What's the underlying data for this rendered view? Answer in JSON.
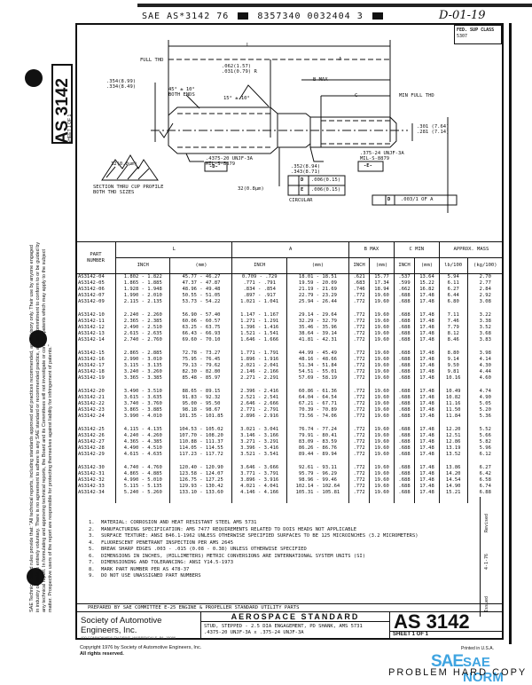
{
  "header": {
    "code_line": [
      "SAE AS*3142 76",
      "8357340 0032404 3"
    ],
    "handwritten": "D-01-19",
    "fed_sup_class_label": "FED. SUP CLASS",
    "fed_sup_class_value": "5307"
  },
  "side": {
    "title": "AS 3142",
    "sheet": "SHEET 1 OF 1",
    "disclaimer": [
      "SAE Technical Board rules provide that: \"All technical reports, including standards approved and practices recommended, are advisory only. Their use by anyone engaged",
      "in industry or trade is entirely voluntary. There is no agreement to adhere to any SAE standard or recommended practice, and no commitment to conform to or be guided by",
      "any technical report. In formulating and approving technical reports, the Board and its Committees will not investigate or consider patents which may apply to the subject",
      "matter. Prospective users of the report are responsible for protecting themselves against liability for infringement of patents.\""
    ]
  },
  "drawing": {
    "labels": {
      "L": "L",
      "A": "A",
      "B_max": "B MAX",
      "C": "C",
      "full_thd": "FULL THD",
      "min_full_thd": "MIN FULL THD",
      "dia_left": [
        ".354(8.99)",
        ".334(8.49)"
      ],
      "chamfer_left": "45° ± 10°",
      "chamfer_left_note": "BOTH ENDS",
      "radius": [
        ".062(1.57)",
        ".031(0.79)"
      ],
      "radius_R": "R",
      "angle": "15° ± 10°",
      "dia_right": [
        ".301 (7.64)",
        ".281 (7.14)"
      ],
      "thread_left": [
        ".4375-20 UNJF-3A",
        "MIL-S-8879"
      ],
      "thread_right": [
        ".375-24 UNJF-3A",
        "MIL-S-8879"
      ],
      "datum_D": "-D-",
      "datum_E": "-E-",
      "finish_top": "32(0.8μm)",
      "finish_mid": "32(0.8μm)",
      "shank_dia": [
        ".352(8.94)",
        ".343(8.71)"
      ],
      "runout": [
        {
          "datum": "D",
          "value": ".006(0.15)"
        },
        {
          "datum": "E",
          "value": ".006(0.15)"
        }
      ],
      "runout_right": {
        "datum": "D",
        "value": ".003/1 OF A"
      },
      "circular": "CIRCULAR",
      "thread_note": [
        "SECTION THRU CUP PROFILE",
        "BOTH THD SIZES"
      ]
    }
  },
  "table": {
    "headers": {
      "part": [
        "PART",
        "NUMBER"
      ],
      "L": "L",
      "A": "A",
      "B": "B MAX",
      "C": "C MIN",
      "mass": "APPROX. MASS",
      "inch": "INCH",
      "mm": "(mm)",
      "lb": "lb/100",
      "kg": "(kg/100)"
    },
    "groups": [
      [
        [
          "AS3142-04",
          "1.802 - 1.822",
          "45.77 - 46.27",
          "0.709 - .729",
          "18.01 - 18.51",
          ".621",
          "15.77",
          ".537",
          "13.64",
          "5.94",
          "2.70"
        ],
        [
          "AS3142-05",
          "1.865 - 1.885",
          "47.37 - 47.87",
          ".771 - .791",
          "19.59 - 20.09",
          ".683",
          "17.34",
          ".599",
          "15.22",
          "6.11",
          "2.77"
        ],
        [
          "AS3142-06",
          "1.928 - 1.948",
          "48.96 - 49.48",
          ".834 - .854",
          "21.19 - 21.69",
          ".746",
          "18.94",
          ".662",
          "16.82",
          "6.27",
          "2.84"
        ],
        [
          "AS3142-07",
          "1.990 - 2.010",
          "50.55 - 51.05",
          ".897 - .917",
          "22.79 - 23.29",
          ".772",
          "19.60",
          ".688",
          "17.48",
          "6.44",
          "2.92"
        ],
        [
          "AS3142-09",
          "2.115 - 2.135",
          "53.73 - 54.22",
          "1.021 - 1.041",
          "25.94 - 26.44",
          ".772",
          "19.60",
          ".688",
          "17.48",
          "6.80",
          "3.08"
        ]
      ],
      [
        [
          "AS3142-10",
          "2.240 - 2.260",
          "56.90 - 57.40",
          "1.147 - 1.167",
          "29.14 - 29.64",
          ".772",
          "19.60",
          ".688",
          "17.48",
          "7.11",
          "3.22"
        ],
        [
          "AS3142-11",
          "2.365 - 2.385",
          "60.06 - 60.57",
          "1.271 - 1.291",
          "32.29 - 32.79",
          ".772",
          "19.60",
          ".688",
          "17.48",
          "7.46",
          "3.38"
        ],
        [
          "AS3142-12",
          "2.490 - 2.510",
          "63.25 - 63.75",
          "1.396 - 1.416",
          "35.46 - 35.96",
          ".772",
          "19.60",
          ".688",
          "17.48",
          "7.79",
          "3.52"
        ],
        [
          "AS3142-13",
          "2.615 - 2.635",
          "66.43 - 66.93",
          "1.521 - 1.541",
          "38.64 - 39.14",
          ".772",
          "19.60",
          ".688",
          "17.48",
          "8.12",
          "3.68"
        ],
        [
          "AS3142-14",
          "2.740 - 2.760",
          "69.60 - 70.10",
          "1.646 - 1.666",
          "41.81 - 42.31",
          ".772",
          "19.60",
          ".688",
          "17.48",
          "8.46",
          "3.83"
        ]
      ],
      [
        [
          "AS3142-15",
          "2.865 - 2.885",
          "72.78 - 73.27",
          "1.771 - 1.791",
          "44.99 - 45.49",
          ".772",
          "19.60",
          ".688",
          "17.48",
          "8.80",
          "3.98"
        ],
        [
          "AS3142-16",
          "2.990 - 3.010",
          "75.95 - 76.45",
          "1.896 - 1.916",
          "48.16 - 48.66",
          ".772",
          "19.60",
          ".688",
          "17.48",
          "9.14",
          "4.14"
        ],
        [
          "AS3142-17",
          "3.115 - 3.135",
          "79.13 - 79.62",
          "2.021 - 2.041",
          "51.34 - 51.84",
          ".772",
          "19.60",
          ".688",
          "17.48",
          "9.50",
          "4.30"
        ],
        [
          "AS3142-18",
          "3.240 - 3.260",
          "82.30 - 82.80",
          "2.146 - 2.166",
          "54.51 - 55.01",
          ".772",
          "19.60",
          ".688",
          "17.48",
          "9.81",
          "4.44"
        ],
        [
          "AS3142-19",
          "3.365 - 3.385",
          "85.48 - 85.97",
          "2.271 - 2.291",
          "57.69 - 58.19",
          ".772",
          "19.60",
          ".688",
          "17.48",
          "10.16",
          "4.60"
        ]
      ],
      [
        [
          "AS3142-20",
          "3.490 - 3.510",
          "88.65 - 89.15",
          "2.396 - 2.416",
          "60.86 - 61.36",
          ".772",
          "19.60",
          ".688",
          "17.48",
          "10.49",
          "4.74"
        ],
        [
          "AS3142-21",
          "3.615 - 3.635",
          "91.83 - 92.32",
          "2.521 - 2.541",
          "64.04 - 64.54",
          ".772",
          "19.60",
          ".688",
          "17.48",
          "10.82",
          "4.90"
        ],
        [
          "AS3142-22",
          "3.740 - 3.760",
          "95.00 - 95.50",
          "2.646 - 2.666",
          "67.21 - 67.71",
          ".772",
          "19.60",
          ".688",
          "17.48",
          "11.16",
          "5.05"
        ],
        [
          "AS3142-23",
          "3.865 - 3.885",
          "98.18 - 98.67",
          "2.771 - 2.791",
          "70.39 - 70.89",
          ".772",
          "19.60",
          ".688",
          "17.48",
          "11.50",
          "5.20"
        ],
        [
          "AS3142-24",
          "3.990 - 4.010",
          "101.35 - 101.85",
          "2.896 - 2.916",
          "73.56 - 74.06",
          ".772",
          "19.60",
          ".688",
          "17.48",
          "11.84",
          "5.36"
        ]
      ],
      [
        [
          "AS3142-25",
          "4.115 - 4.135",
          "104.53 - 105.02",
          "3.021 - 3.041",
          "76.74 - 77.24",
          ".772",
          "19.60",
          ".688",
          "17.48",
          "12.20",
          "5.52"
        ],
        [
          "AS3142-26",
          "4.240 - 4.260",
          "107.70 - 108.20",
          "3.146 - 3.166",
          "79.91 - 80.41",
          ".772",
          "19.60",
          ".688",
          "17.48",
          "12.51",
          "5.66"
        ],
        [
          "AS3142-27",
          "4.365 - 4.385",
          "110.88 - 111.37",
          "3.271 - 3.291",
          "83.09 - 83.59",
          ".772",
          "19.60",
          ".688",
          "17.48",
          "12.86",
          "5.82"
        ],
        [
          "AS3142-28",
          "4.490 - 4.510",
          "114.05 - 114.55",
          "3.396 - 3.416",
          "86.26 - 86.76",
          ".772",
          "19.60",
          ".688",
          "17.48",
          "13.19",
          "5.96"
        ],
        [
          "AS3142-29",
          "4.615 - 4.635",
          "117.23 - 117.72",
          "3.521 - 3.541",
          "89.44 - 89.94",
          ".772",
          "19.60",
          ".688",
          "17.48",
          "13.52",
          "6.12"
        ]
      ],
      [
        [
          "AS3142-30",
          "4.740 - 4.760",
          "120.40 - 120.90",
          "3.646 - 3.666",
          "92.61 - 93.11",
          ".772",
          "19.60",
          ".688",
          "17.48",
          "13.86",
          "6.27"
        ],
        [
          "AS3142-31",
          "4.865 - 4.885",
          "123.58 - 124.07",
          "3.771 - 3.791",
          "95.79 - 96.29",
          ".772",
          "19.60",
          ".688",
          "17.48",
          "14.20",
          "6.42"
        ],
        [
          "AS3142-32",
          "4.990 - 5.010",
          "126.75 - 127.25",
          "3.896 - 3.916",
          "98.96 - 99.46",
          ".772",
          "19.60",
          ".688",
          "17.48",
          "14.54",
          "6.58"
        ],
        [
          "AS3142-33",
          "5.115 - 5.135",
          "129.93 - 130.42",
          "4.021 - 4.041",
          "102.14 - 102.64",
          ".772",
          "19.60",
          ".688",
          "17.48",
          "14.90",
          "6.74"
        ],
        [
          "AS3142-34",
          "5.240 - 5.260",
          "133.10 - 133.60",
          "4.146 - 4.166",
          "105.31 - 105.81",
          ".772",
          "19.60",
          ".688",
          "17.48",
          "15.21",
          "6.88"
        ]
      ]
    ]
  },
  "notes": [
    {
      "n": "1.",
      "text": "MATERIAL: CORROSION AND HEAT RESISTANT STEEL AMS 5731"
    },
    {
      "n": "2.",
      "text": "MANUFACTURING SPECIFICATION: AMS 7477 REQUIREMENTS RELATED TO DOIS HEADS NOT APPLICABLE"
    },
    {
      "n": "3.",
      "text": "SURFACE TEXTURE: ANSI B46.1-1962 UNLESS OTHERWISE SPECIFIED SURFACES TO BE 125 MICROINCHES (3.2 MICROMETERS)"
    },
    {
      "n": "4.",
      "text": "FLUORESCENT PENETRANT INSPECTION PER AMS 2645"
    },
    {
      "n": "5.",
      "text": "BREAK SHARP EDGES .003 - .015 (0.08 - 0.38) UNLESS OTHERWISE SPECIFIED"
    },
    {
      "n": "6.",
      "text": "DIMENSIONS IN INCHES, (MILLIMETERS) METRIC CONVERSIONS ARE INTERNATIONAL SYSTEM UNITS (SI)"
    },
    {
      "n": "7.",
      "text": "DIMENSIONING AND TOLERANCING: ANSI Y14.5-1973"
    },
    {
      "n": "8.",
      "text": "MARK PART NUMBER PER AS 478-37"
    },
    {
      "n": "9.",
      "text": "DO NOT USE UNASSIGNED PART NUMBERS"
    }
  ],
  "revision": {
    "revised": "Revised",
    "date": "4-1-76",
    "issued": "Issued"
  },
  "title_block": {
    "prepared": "PREPARED BY SAE COMMITTEE E-25 ENGINE & PROPELLER STANDARD UTILITY PARTS",
    "org": "Society of Automotive Engineers, Inc.",
    "org_addr": "400 COMMONWEALTH DRIVE, WARRENDALE, PA. 15096",
    "category": "AEROSPACE STANDARD",
    "desc1": "STUD, STEPPED - 2.5 DIA ENGAGEMENT, PD SHANK, AMS 5731",
    "desc2": ".4375-20 UNJF-3A x .375-24 UNJF-3A",
    "number": "AS 3142",
    "sheet": "SHEET 1 OF 1"
  },
  "footer": {
    "copyright": "Copyright 1976 by Society of Automotive Engineers, Inc.",
    "rights": "All rights reserved.",
    "printed": "Printed in U.S.A.",
    "logo": "SAE",
    "logo_text": "SAE NORM",
    "stamp": "PROBLEM HARD COPY"
  }
}
